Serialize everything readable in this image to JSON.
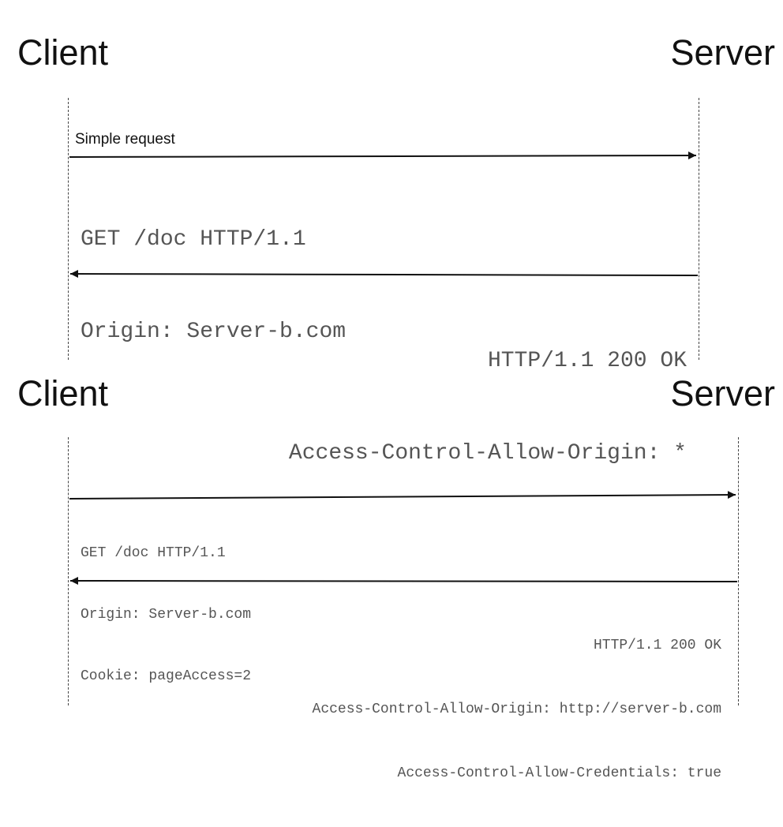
{
  "diagrams": [
    {
      "client_label": "Client",
      "server_label": "Server",
      "request_label": "Simple request",
      "request_lines": [
        "GET /doc HTTP/1.1",
        "Origin: Server-b.com"
      ],
      "response_lines": [
        "HTTP/1.1 200 OK",
        "Access-Control-Allow-Origin: *"
      ]
    },
    {
      "client_label": "Client",
      "server_label": "Server",
      "request_lines": [
        "GET /doc HTTP/1.1",
        "Origin: Server-b.com",
        "Cookie: pageAccess=2"
      ],
      "response_lines": [
        "HTTP/1.1 200 OK",
        "Access-Control-Allow-Origin: http://server-b.com",
        "Access-Control-Allow-Credentials: true"
      ]
    }
  ]
}
